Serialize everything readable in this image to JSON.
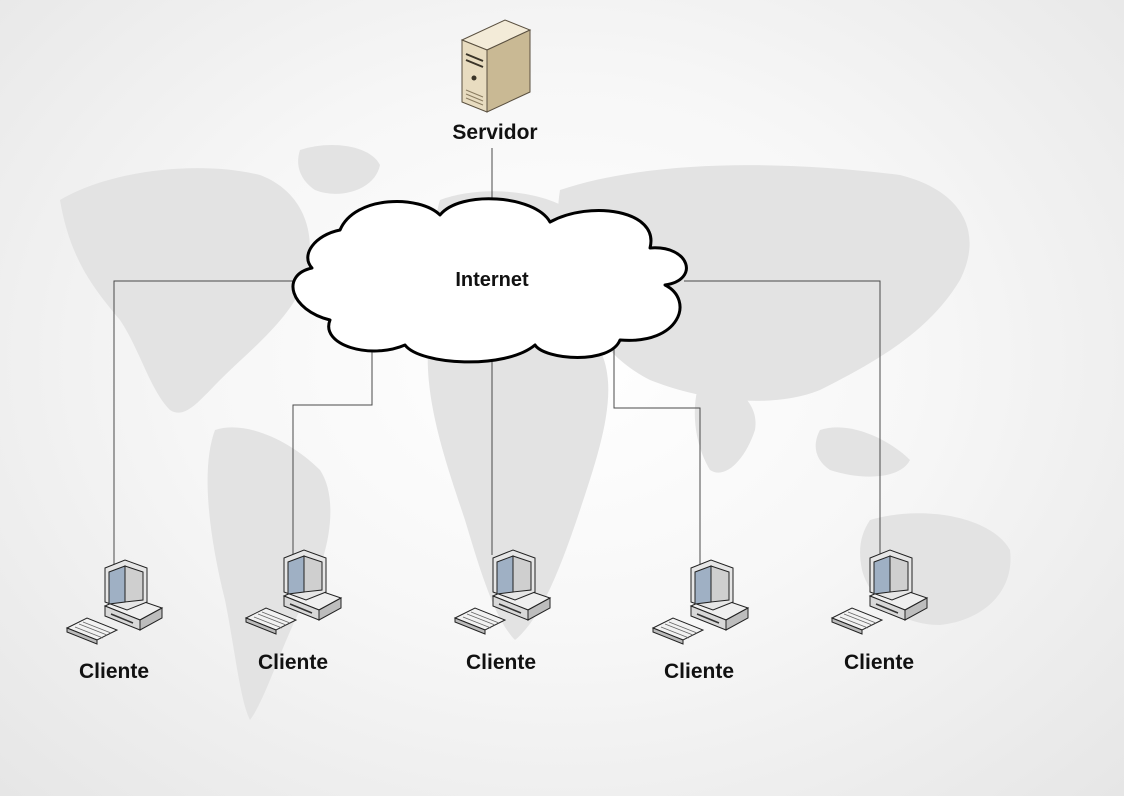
{
  "server": {
    "label": "Servidor",
    "icon": "server-tower-icon"
  },
  "network": {
    "label": "Internet",
    "icon": "cloud-icon"
  },
  "clients": [
    {
      "label": "Cliente",
      "icon": "desktop-computer-icon"
    },
    {
      "label": "Cliente",
      "icon": "desktop-computer-icon"
    },
    {
      "label": "Cliente",
      "icon": "desktop-computer-icon"
    },
    {
      "label": "Cliente",
      "icon": "desktop-computer-icon"
    },
    {
      "label": "Cliente",
      "icon": "desktop-computer-icon"
    }
  ],
  "colors": {
    "line": "#4a4a4a",
    "cloud_fill": "#ffffff",
    "cloud_stroke": "#000000",
    "map": "#e2e2e2",
    "server_body": "#e8dcc0",
    "monitor_screen": "#9fb0c4"
  }
}
